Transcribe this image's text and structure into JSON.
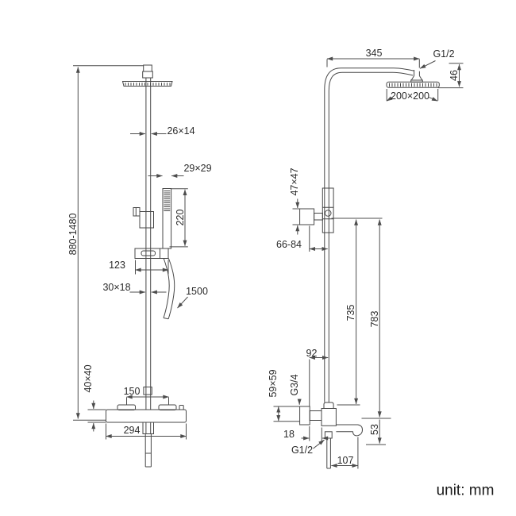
{
  "front_view": {
    "height_range": "880-1480",
    "upper_pipe_section": "26×14",
    "hand_shower_section": "29×29",
    "hand_shower_length": "220",
    "slide_bracket_width": "123",
    "lower_pipe_section": "30×18",
    "hose_length": "1500",
    "valve_body_section": "40×40",
    "handle_spacing": "150",
    "valve_width": "294"
  },
  "side_view": {
    "arm_length": "345",
    "top_connection": "G1/2",
    "head_thickness": "46",
    "head_size": "200×200",
    "bracket_size": "47×47",
    "wall_clearance": "66-84",
    "bracket_to_valve": "735",
    "head_to_spout": "783",
    "wall_to_pipe": "92",
    "escutcheon_size": "59×59",
    "inlet_connection": "G3/4",
    "wall_offset": "18",
    "spout_drop": "53",
    "spout_connection": "G1/2",
    "spout_length": "107"
  },
  "footer": {
    "unit_label": "unit: mm"
  }
}
